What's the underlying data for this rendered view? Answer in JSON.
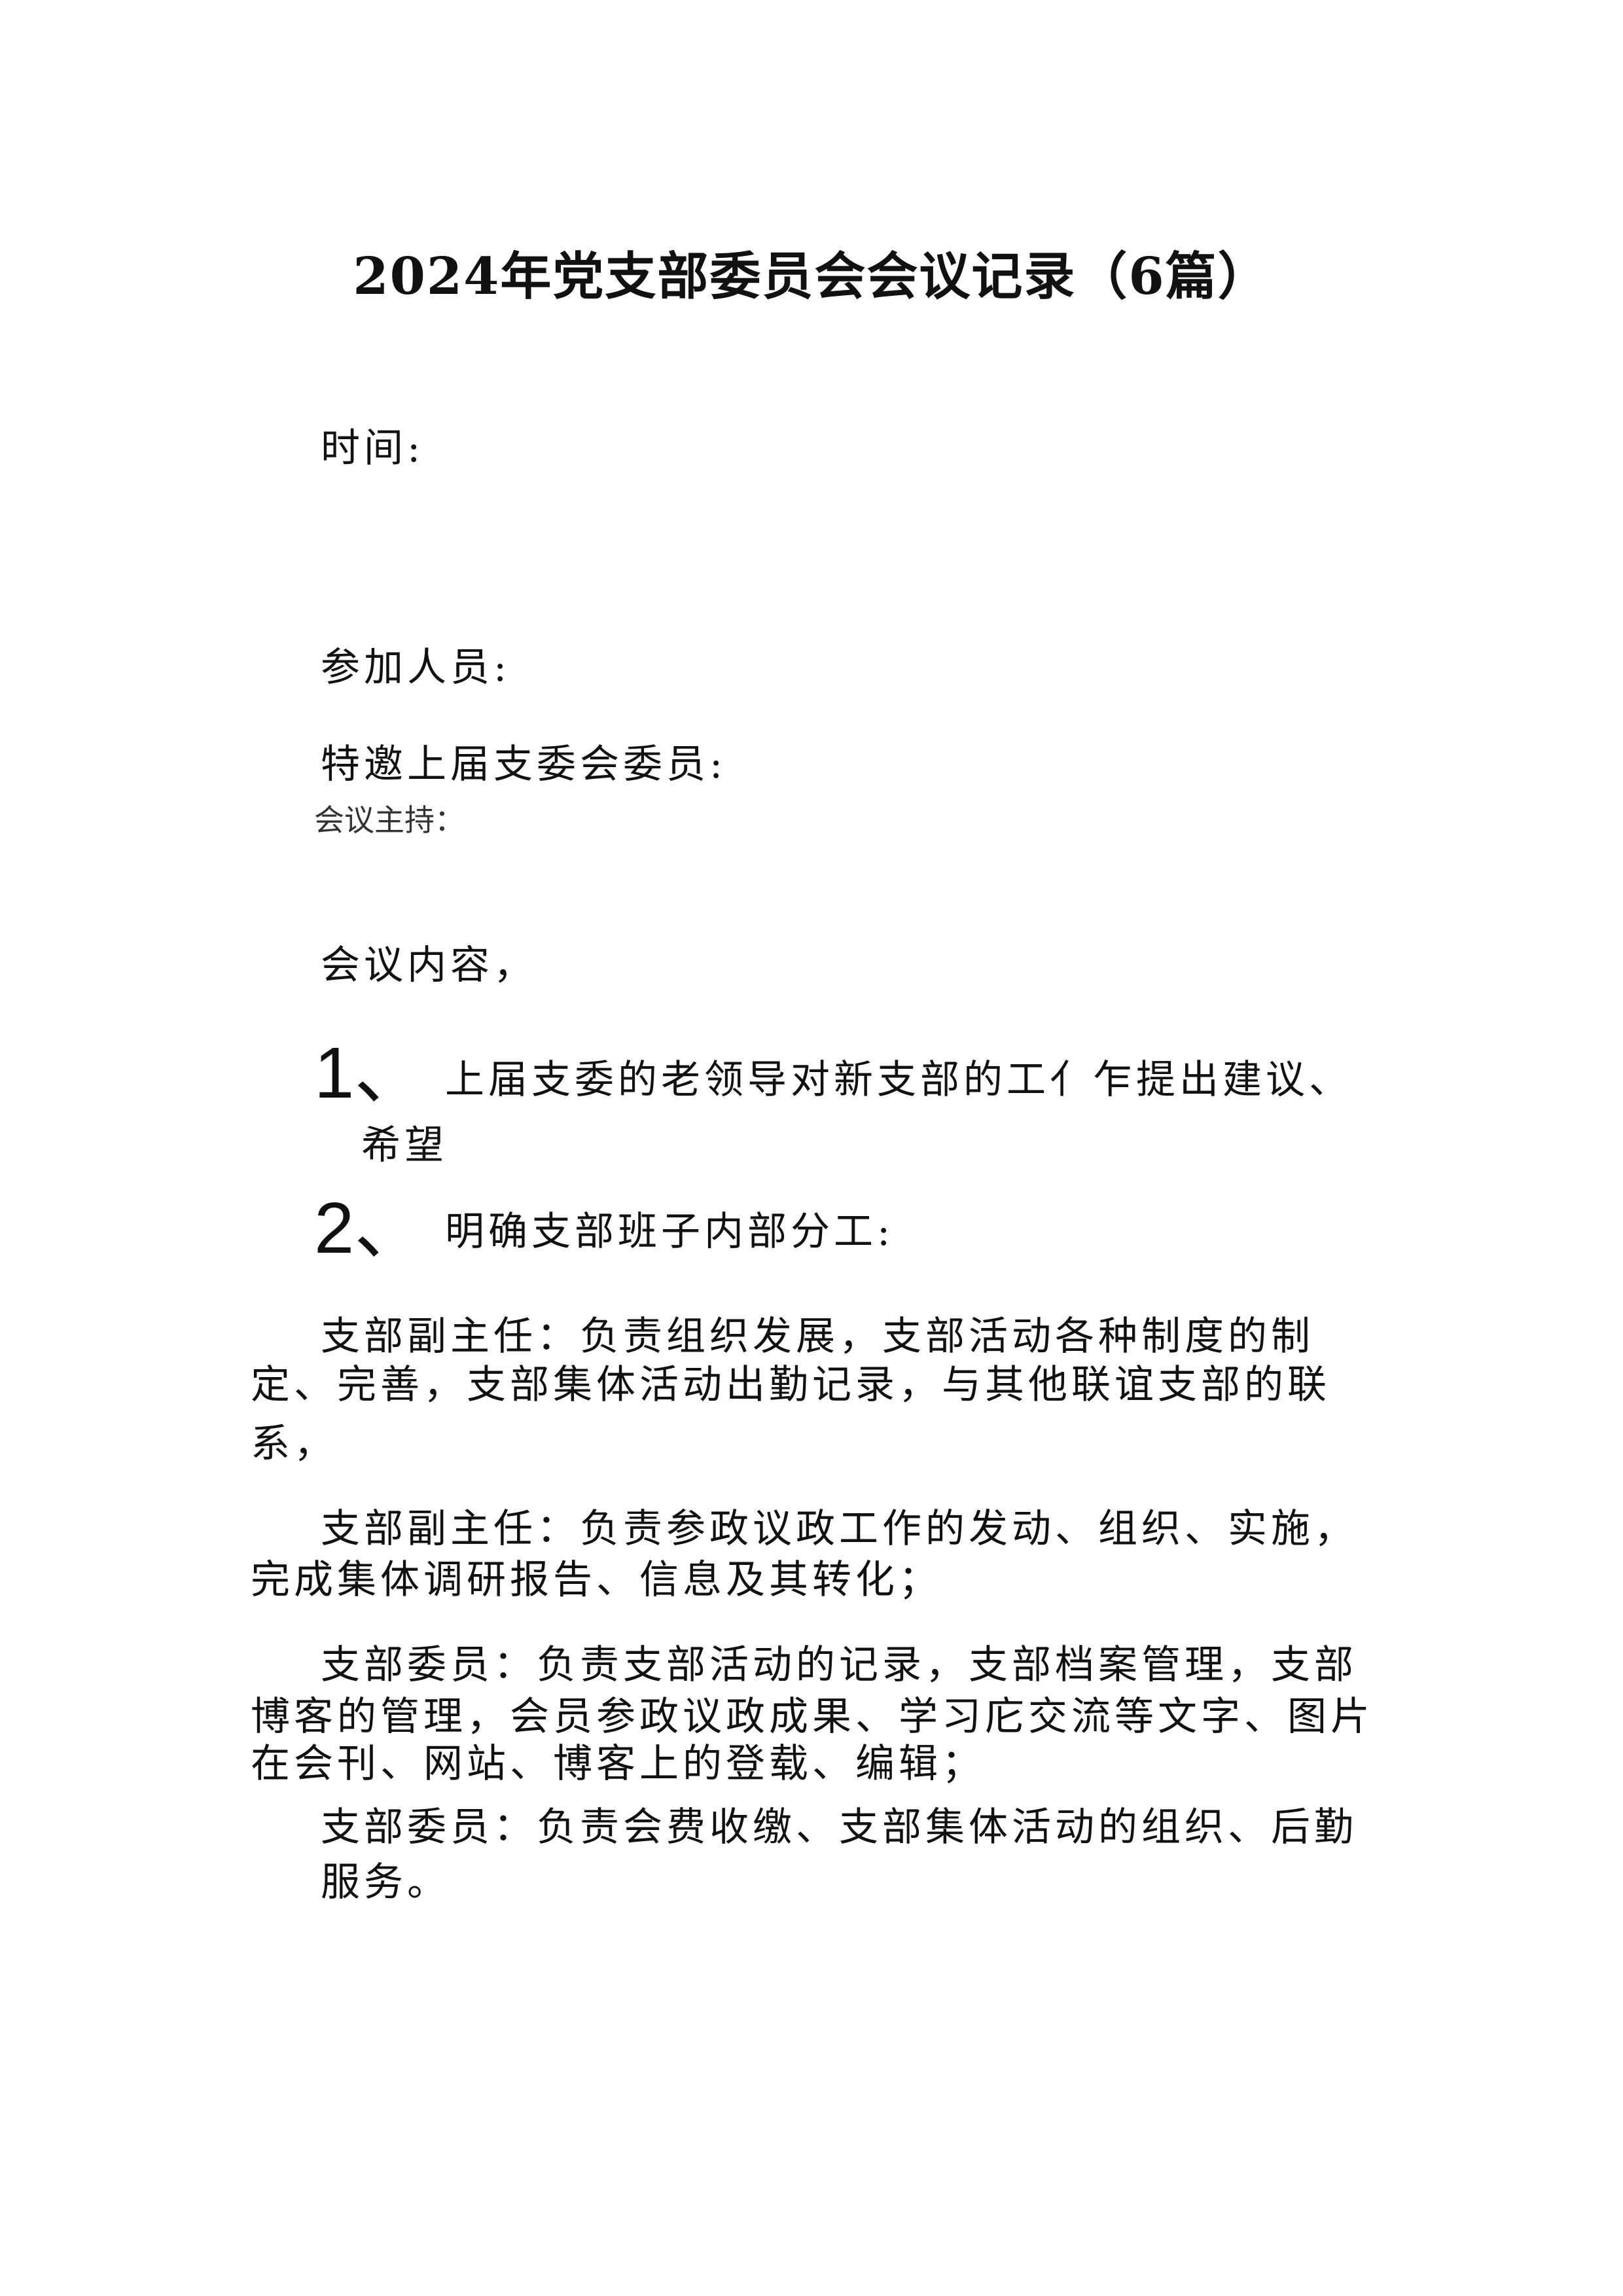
{
  "title": "2024年党支部委员会会议记录（6篇）",
  "fields": {
    "time": "时间:",
    "attendees": "参加人员:",
    "invited": "特邀上届支委会委员:",
    "host": "会议主持：",
    "content": "会议内容，"
  },
  "items": [
    {
      "num": "1、",
      "lines": [
        "上届支委的老领导对新支部的工亻乍提出建议、",
        "希望"
      ]
    },
    {
      "num": "2、",
      "lines": [
        "明确支部班子内部分工:"
      ]
    }
  ],
  "paragraphs": [
    [
      "支部副主任：负责组织发展，支部活动各种制度的制",
      "定、完善，支部集体活动出勤记录，与其他联谊支部的联",
      "系，"
    ],
    [
      "支部副主任：负责参政议政工作的发动、组织、实施，",
      "完成集体调研报告、信息及其转化；"
    ],
    [
      "支部委员：负责支部活动的记录，支部档案管理，支部",
      "博客的管理，会员参政议政成果、学习庀交流等文字、图片",
      "在会刊、网站、博客上的登载、编辑；"
    ],
    [
      "支部委员：负责会费收缴、支部集体活动的组织、后勤",
      "服务。"
    ]
  ]
}
